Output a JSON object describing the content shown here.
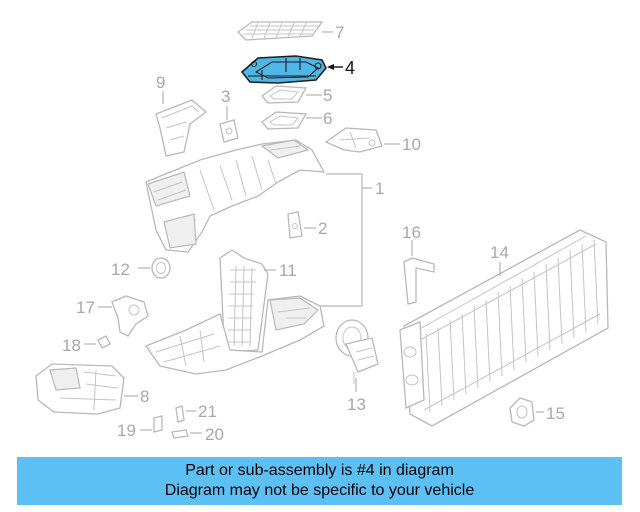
{
  "diagram": {
    "highlighted_part": "4",
    "highlight_color": "#4fb6e6",
    "callouts": {
      "c1": "1",
      "c2": "2",
      "c3": "3",
      "c4": "4",
      "c5": "5",
      "c6": "6",
      "c7": "7",
      "c8": "8",
      "c9": "9",
      "c10": "10",
      "c11": "11",
      "c12": "12",
      "c13": "13",
      "c14": "14",
      "c15": "15",
      "c16": "16",
      "c17": "17",
      "c18": "18",
      "c19": "19",
      "c20": "20",
      "c21": "21"
    }
  },
  "banner": {
    "line1": "Part or sub-assembly is #4 in diagram",
    "line2": "Diagram may not be specific to your vehicle",
    "color": "#5cc0f5"
  }
}
